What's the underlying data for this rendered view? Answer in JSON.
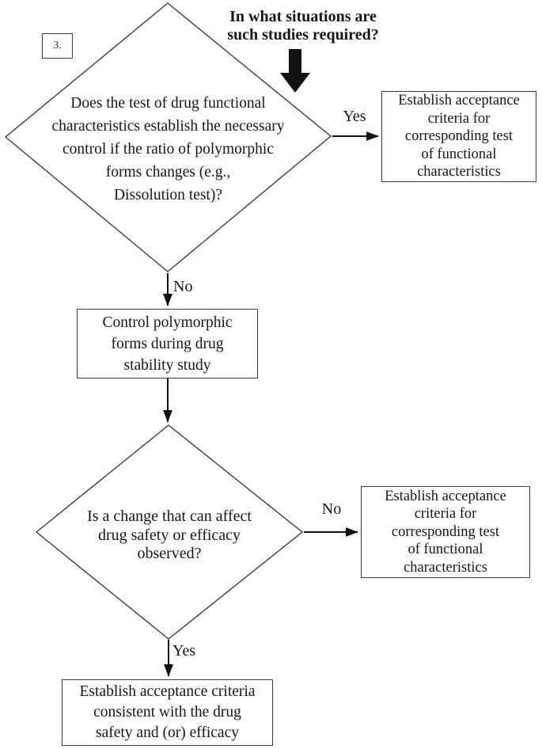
{
  "figure": {
    "step_number": "3.",
    "title": "In what situations are\nsuch studies required?"
  },
  "labels": {
    "branch1_yes": "Yes",
    "branch1_no": "No",
    "branch2_no": "No",
    "branch2_yes": "Yes"
  },
  "nodes": {
    "decision1": "Does the test of drug functional\ncharacteristics establish the necessary\ncontrol if the ratio of polymorphic\nforms changes (e.g.,\nDissolution test)?",
    "action_yes1": "Establish acceptance\ncriteria for\ncorresponding test\nof functional\ncharacteristics",
    "action_no1": "Control polymorphic\nforms during drug\nstability study",
    "decision2": "Is a change that can affect\ndrug safety or efficacy\nobserved?",
    "action_no2": "Establish acceptance\ncriteria for\ncorresponding test\nof functional\ncharacteristics",
    "action_yes2": "Establish acceptance criteria\nconsistent with the drug\nsafety and (or) efficacy"
  },
  "colors": {
    "line": "#3b3b3b",
    "ink": "#161616",
    "solid_arrow": "#111111"
  }
}
